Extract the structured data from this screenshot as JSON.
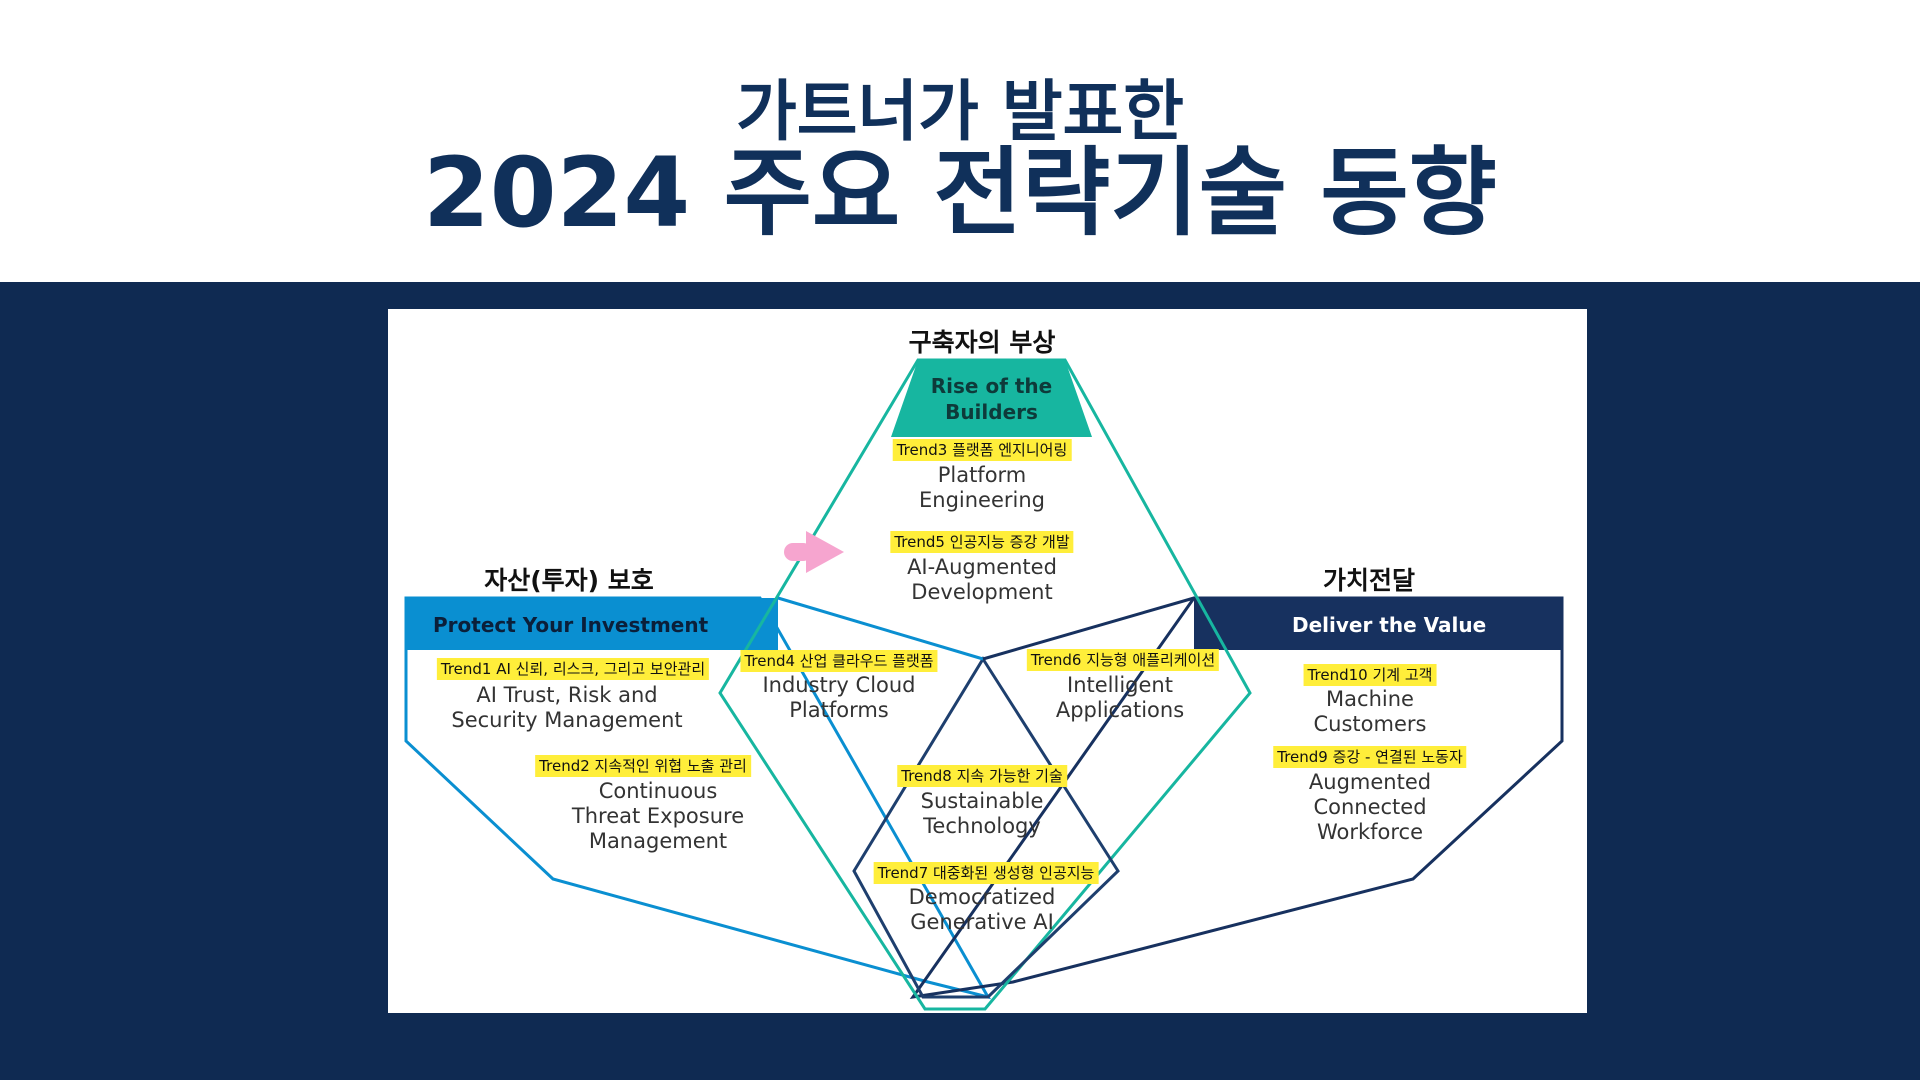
{
  "header": {
    "title_line1": "가트너가 발표한",
    "title_line2": "2024 주요 전략기술 동향"
  },
  "groups": {
    "builders": {
      "kr": "구축자의 부상",
      "en_line1": "Rise of the",
      "en_line2": "Builders",
      "color": "#17b6a0"
    },
    "protect": {
      "kr": "자산(투자) 보호",
      "en": "Protect Your Investment",
      "color": "#0a8fd1"
    },
    "deliver": {
      "kr": "가치전달",
      "en": "Deliver the Value",
      "color": "#17315f"
    }
  },
  "trends": [
    {
      "tag": "Trend1 AI 신뢰, 리스크, 그리고 보안관리",
      "en_line1": "AI Trust, Risk and",
      "en_line2": "Security Management"
    },
    {
      "tag": "Trend2 지속적인 위협 노출 관리",
      "en_line1": "Continuous",
      "en_line2": "Threat Exposure",
      "en_line3": "Management"
    },
    {
      "tag": "Trend3 플랫폼 엔지니어링",
      "en_line1": "Platform",
      "en_line2": "Engineering"
    },
    {
      "tag": "Trend4 산업 클라우드 플랫폼",
      "en_line1": "Industry Cloud",
      "en_line2": "Platforms"
    },
    {
      "tag": "Trend5 인공지능 증강 개발",
      "en_line1": "AI-Augmented",
      "en_line2": "Development"
    },
    {
      "tag": "Trend6 지능형 애플리케이션",
      "en_line1": "Intelligent",
      "en_line2": "Applications"
    },
    {
      "tag": "Trend7 대중화된 생성형 인공지능",
      "en_line1": "Democratized",
      "en_line2": "Generative AI"
    },
    {
      "tag": "Trend8 지속 가능한 기술",
      "en_line1": "Sustainable",
      "en_line2": "Technology"
    },
    {
      "tag": "Trend9 증강 - 연결된 노동자",
      "en_line1": "Augmented",
      "en_line2": "Connected",
      "en_line3": "Workforce"
    },
    {
      "tag": "Trend10 기계 고객",
      "en_line1": "Machine",
      "en_line2": "Customers"
    }
  ],
  "colors": {
    "background": "#0f2a52",
    "title": "#10305a",
    "highlight": "#ffee3a",
    "arrow": "#f6a5cf"
  },
  "icons": {
    "pointer": "arrow-right-icon"
  }
}
